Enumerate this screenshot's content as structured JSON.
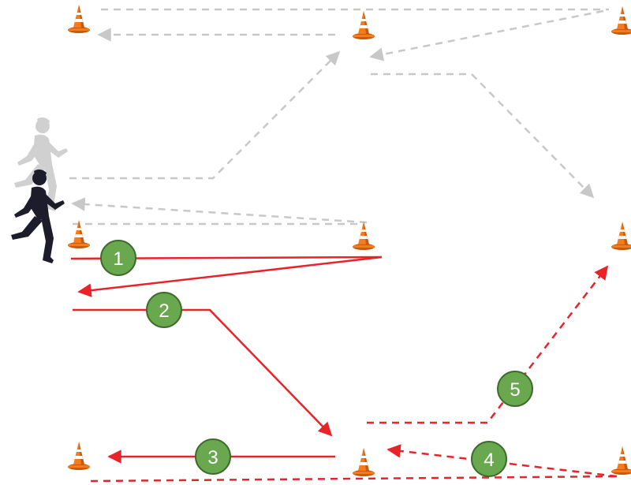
{
  "colors": {
    "route_active": "#e8232a",
    "route_previous": "#c8c8c8",
    "step_badge_fill": "#6aa84f",
    "step_badge_stroke": "#3d6b2a",
    "cone_orange": "#f47c1c",
    "cone_dark": "#c75a0c",
    "cone_stripe": "#ffffff",
    "runner_dark": "#1c1c2b",
    "runner_ghost": "#d0d0d0"
  },
  "cones": [
    {
      "id": "top-left"
    },
    {
      "id": "top-center"
    },
    {
      "id": "top-right"
    },
    {
      "id": "mid-left"
    },
    {
      "id": "mid-center"
    },
    {
      "id": "mid-right"
    },
    {
      "id": "bottom-left"
    },
    {
      "id": "bottom-center"
    },
    {
      "id": "bottom-right"
    }
  ],
  "steps": [
    {
      "number": "1",
      "style": "solid"
    },
    {
      "number": "2",
      "style": "solid"
    },
    {
      "number": "3",
      "style": "solid"
    },
    {
      "number": "4",
      "style": "dashed"
    },
    {
      "number": "5",
      "style": "dashed"
    }
  ],
  "runners": [
    {
      "id": "previous-runner",
      "icon": "runner-icon",
      "state": "previous-position"
    },
    {
      "id": "current-runner",
      "icon": "runner-icon",
      "state": "current-position"
    }
  ]
}
